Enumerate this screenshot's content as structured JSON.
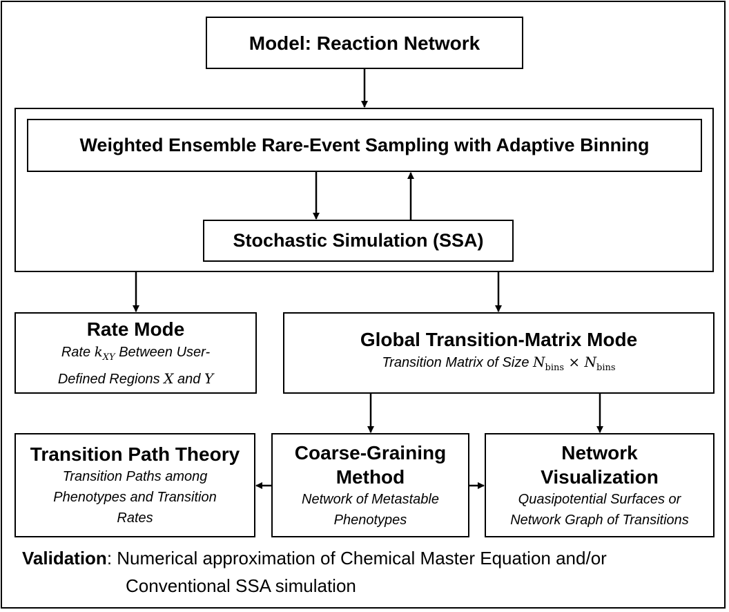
{
  "model": {
    "title": "Model: Reaction Network"
  },
  "weighted_ensemble": {
    "title": "Weighted Ensemble Rare-Event Sampling with Adaptive Binning"
  },
  "ssa": {
    "title": "Stochastic Simulation (SSA)"
  },
  "rate_mode": {
    "title": "Rate Mode",
    "line1_pre": "Rate ",
    "k": "k",
    "k_sub": "XY",
    "line1_post": " Between User-",
    "line2_pre": "Defined Regions ",
    "X": "X",
    "and": " and ",
    "Y": "Y"
  },
  "global_mode": {
    "title": "Global Transition-Matrix Mode",
    "sub_pre": "Transition Matrix of Size ",
    "N": "N",
    "bins": "bins",
    "times": " × "
  },
  "tpt": {
    "title": "Transition Path Theory",
    "sub_line1": "Transition Paths among",
    "sub_line2": "Phenotypes and Transition",
    "sub_line3": "Rates"
  },
  "coarse": {
    "title_line1": "Coarse-Graining",
    "title_line2": "Method",
    "sub_line1": "Network of Metastable",
    "sub_line2": "Phenotypes"
  },
  "network_vis": {
    "title_line1": "Network",
    "title_line2": "Visualization",
    "sub_line1": "Quasipotential Surfaces or",
    "sub_line2": "Network Graph of Transitions"
  },
  "validation": {
    "label": "Validation",
    "text_line1": ": Numerical approximation of Chemical Master Equation and/or",
    "text_line2": "Conventional SSA simulation"
  }
}
